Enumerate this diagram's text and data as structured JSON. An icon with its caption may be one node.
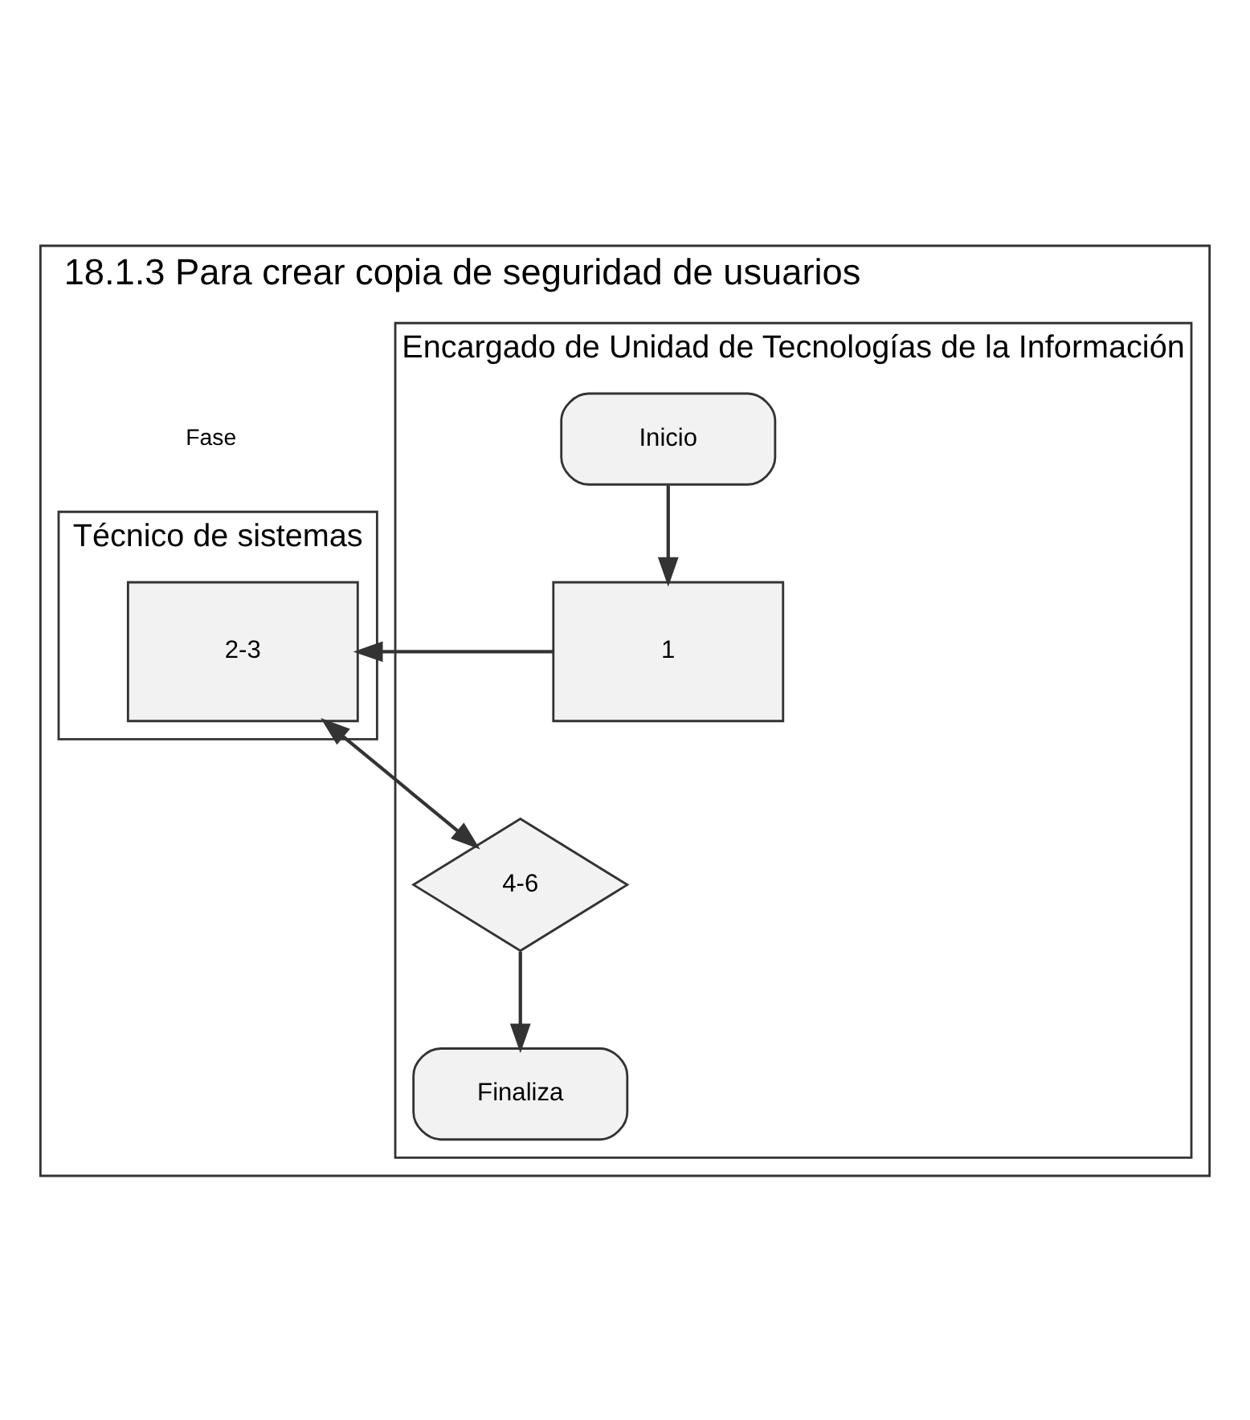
{
  "diagram": {
    "nodes": [
      {
        "text": [
          "18.1.3 Para crear copia de seguridad de usuarios"
        ]
      },
      {
        "text": [
          "Encargado de Unidad de Tecnologías de la Información"
        ],
        "in": 0
      },
      {
        "text": [
          "Técnico de sistemas"
        ],
        "in": 0
      },
      {
        "text": [
          "Inicio"
        ],
        "in": 1
      },
      {
        "text": [
          "1"
        ],
        "in": 1
      },
      {
        "text": [
          "2-3"
        ],
        "in": 2
      },
      {
        "text": [
          "4-6"
        ],
        "in": 1
      },
      {
        "text": [
          "Finaliza"
        ],
        "in": 1
      }
    ],
    "edges": [
      {
        "from": 3,
        "to": 4,
        "arrow": "to"
      },
      {
        "from": 4,
        "to": 5,
        "arrow": "to"
      },
      {
        "from": 6,
        "to": 5,
        "arrow": "both"
      },
      {
        "from": 6,
        "to": 7,
        "arrow": "to"
      }
    ],
    "labels": [
      "Fase"
    ]
  }
}
